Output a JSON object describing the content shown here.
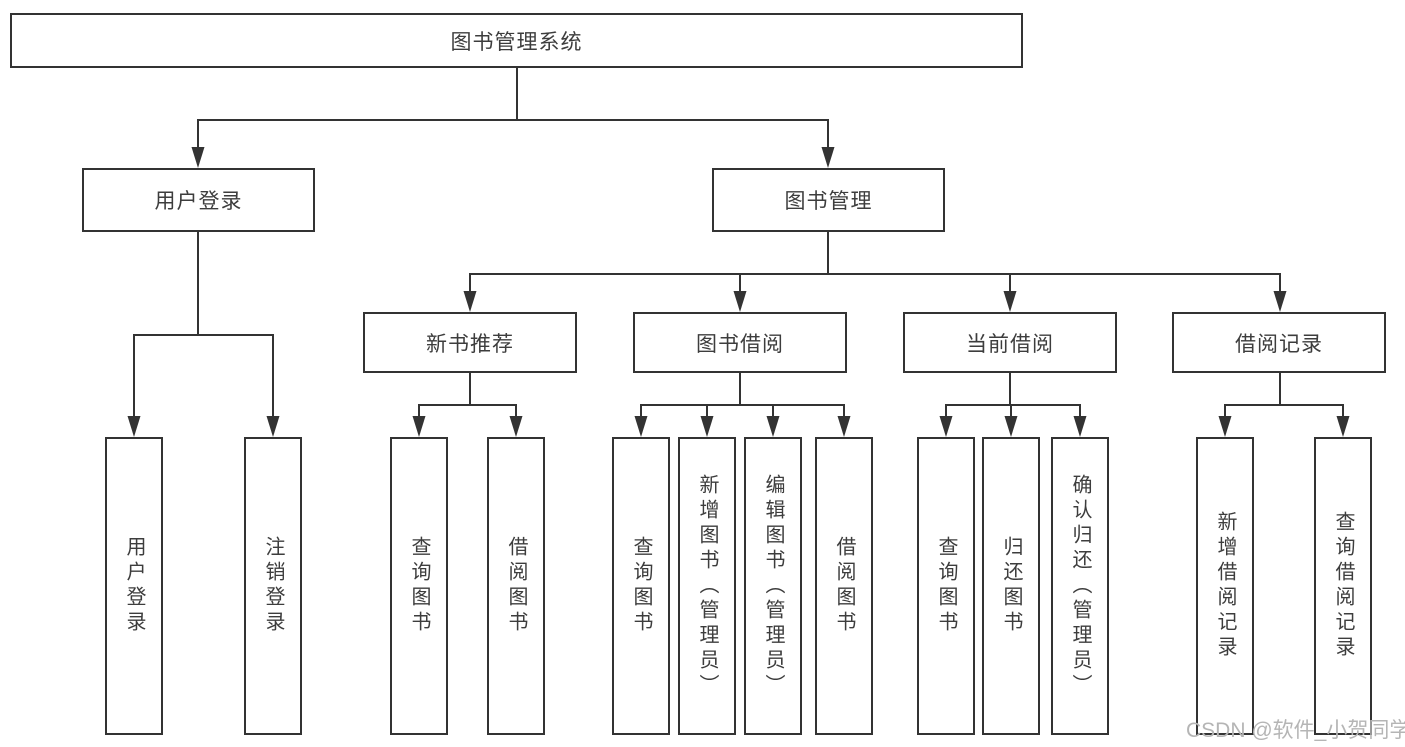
{
  "diagram": {
    "root": {
      "label": "图书管理系统"
    },
    "level2": [
      {
        "label": "用户登录"
      },
      {
        "label": "图书管理"
      }
    ],
    "level3": [
      {
        "label": "新书推荐"
      },
      {
        "label": "图书借阅"
      },
      {
        "label": "当前借阅"
      },
      {
        "label": "借阅记录"
      }
    ],
    "leaves": [
      {
        "label": "用户登录"
      },
      {
        "label": "注销登录"
      },
      {
        "label": "查询图书"
      },
      {
        "label": "借阅图书"
      },
      {
        "label": "查询图书"
      },
      {
        "label": "新增图书（管理员）"
      },
      {
        "label": "编辑图书（管理员）"
      },
      {
        "label": "借阅图书"
      },
      {
        "label": "查询图书"
      },
      {
        "label": "归还图书"
      },
      {
        "label": "确认归还（管理员）"
      },
      {
        "label": "新增借阅记录"
      },
      {
        "label": "查询借阅记录"
      }
    ]
  },
  "watermark": {
    "text": "CSDN @软件_小贺同学"
  },
  "colors": {
    "line": "#333333",
    "border": "#333333",
    "text": "#3d3d3d",
    "watermark": "#b5b5b5",
    "background": "#ffffff"
  }
}
